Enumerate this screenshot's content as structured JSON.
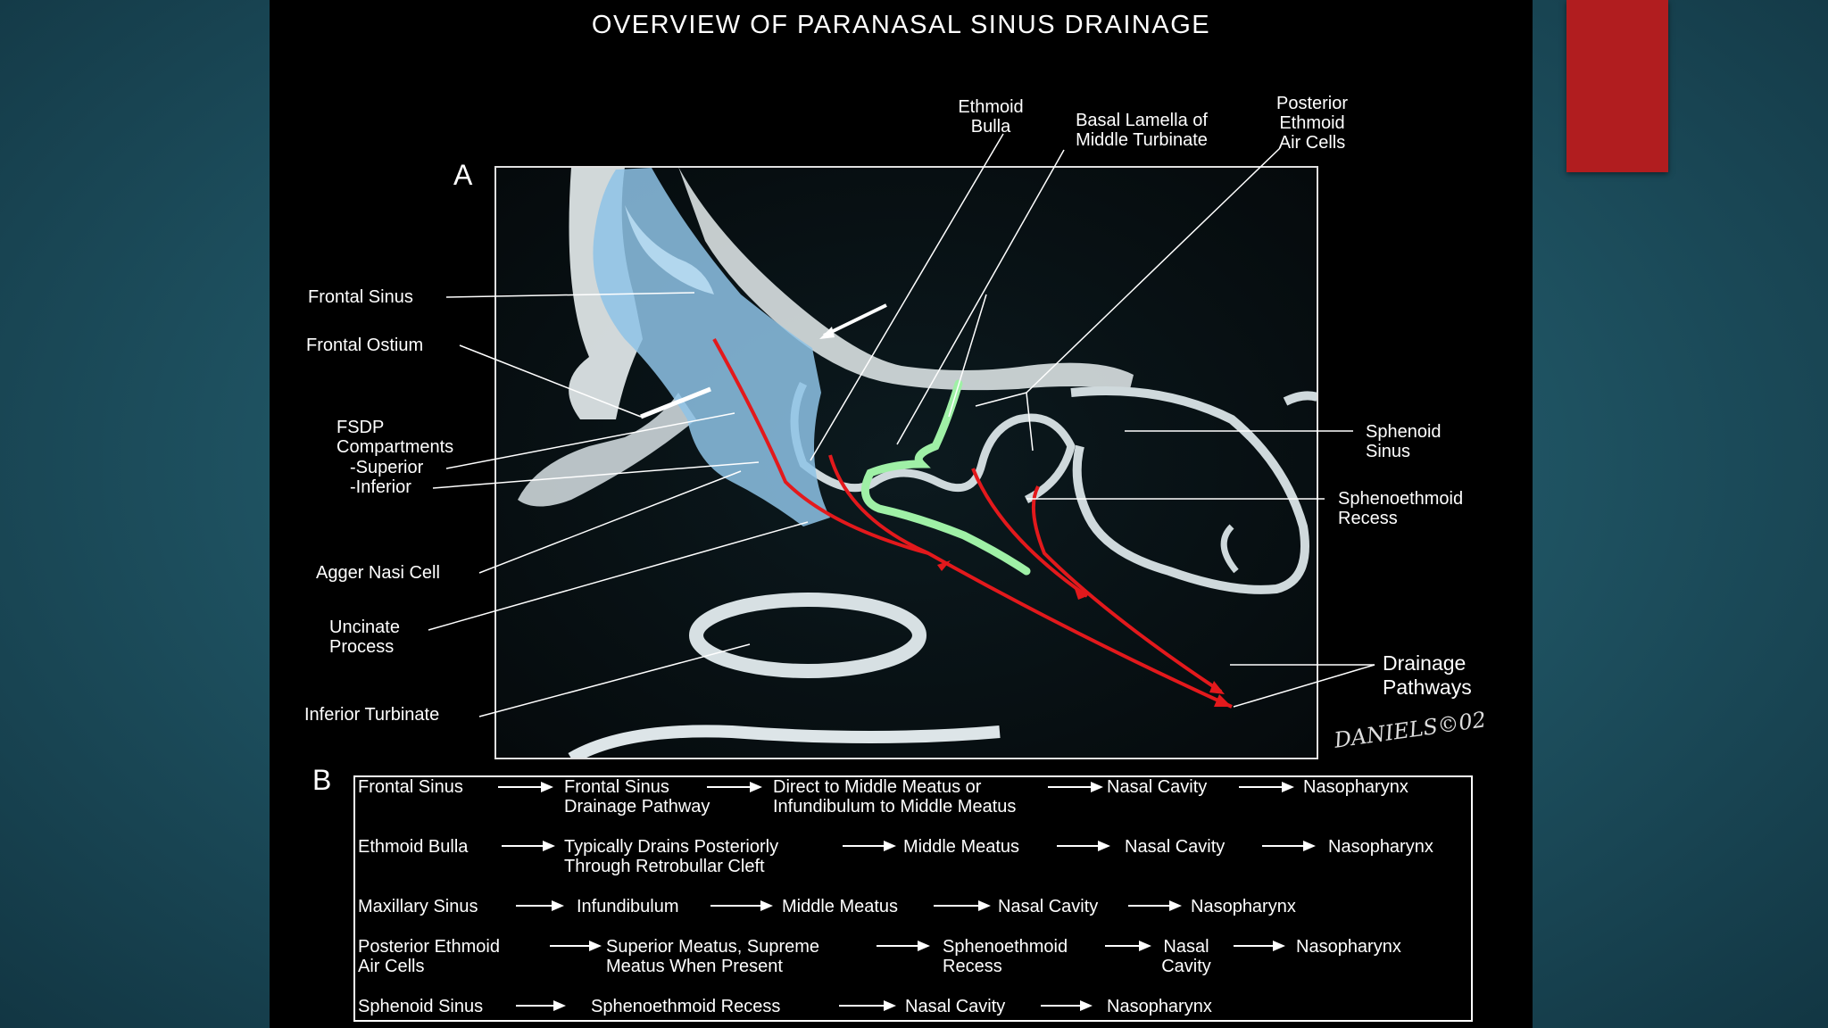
{
  "slide": {
    "title": "OVERVIEW OF PARANASAL SINUS DRAINAGE",
    "accent_color": "#b11d1f",
    "background_color": "#1d4f5e"
  },
  "panel_a": {
    "letter": "A",
    "labels": {
      "ethmoid_bulla": "Ethmoid\nBulla",
      "basal_lamella": "Basal Lamella of\nMiddle Turbinate",
      "posterior_ethmoid": "Posterior\nEthmoid\nAir Cells",
      "frontal_sinus": "Frontal Sinus",
      "frontal_ostium": "Frontal Ostium",
      "fsdp": "FSDP\nCompartments",
      "superior": "-Superior",
      "inferior": "-Inferior",
      "agger_nasi": "Agger Nasi Cell",
      "uncinate": "Uncinate\nProcess",
      "inferior_turbinate": "Inferior Turbinate",
      "sphenoid_sinus": "Sphenoid\nSinus",
      "sphenoethmoid_recess": "Sphenoethmoid\nRecess",
      "drainage_pathways": "Drainage\nPathways"
    },
    "signature": "DANIELS©02"
  },
  "panel_b": {
    "letter": "B",
    "rows": [
      [
        "Frontal Sinus",
        "Frontal Sinus\nDrainage Pathway",
        "Direct to Middle Meatus or\nInfundibulum to Middle Meatus",
        "Nasal Cavity",
        "Nasopharynx"
      ],
      [
        "Ethmoid Bulla",
        "Typically Drains Posteriorly\nThrough Retrobullar Cleft",
        "Middle Meatus",
        "Nasal Cavity",
        "Nasopharynx"
      ],
      [
        "Maxillary Sinus",
        "Infundibulum",
        "Middle Meatus",
        "Nasal Cavity",
        "Nasopharynx"
      ],
      [
        "Posterior Ethmoid\nAir Cells",
        "Superior Meatus, Supreme\nMeatus When Present",
        "Sphenoethmoid\nRecess",
        "Nasal\nCavity",
        "Nasopharynx"
      ],
      [
        "Sphenoid Sinus",
        "Sphenoethmoid Recess",
        "Nasal Cavity",
        "Nasopharynx"
      ]
    ]
  }
}
